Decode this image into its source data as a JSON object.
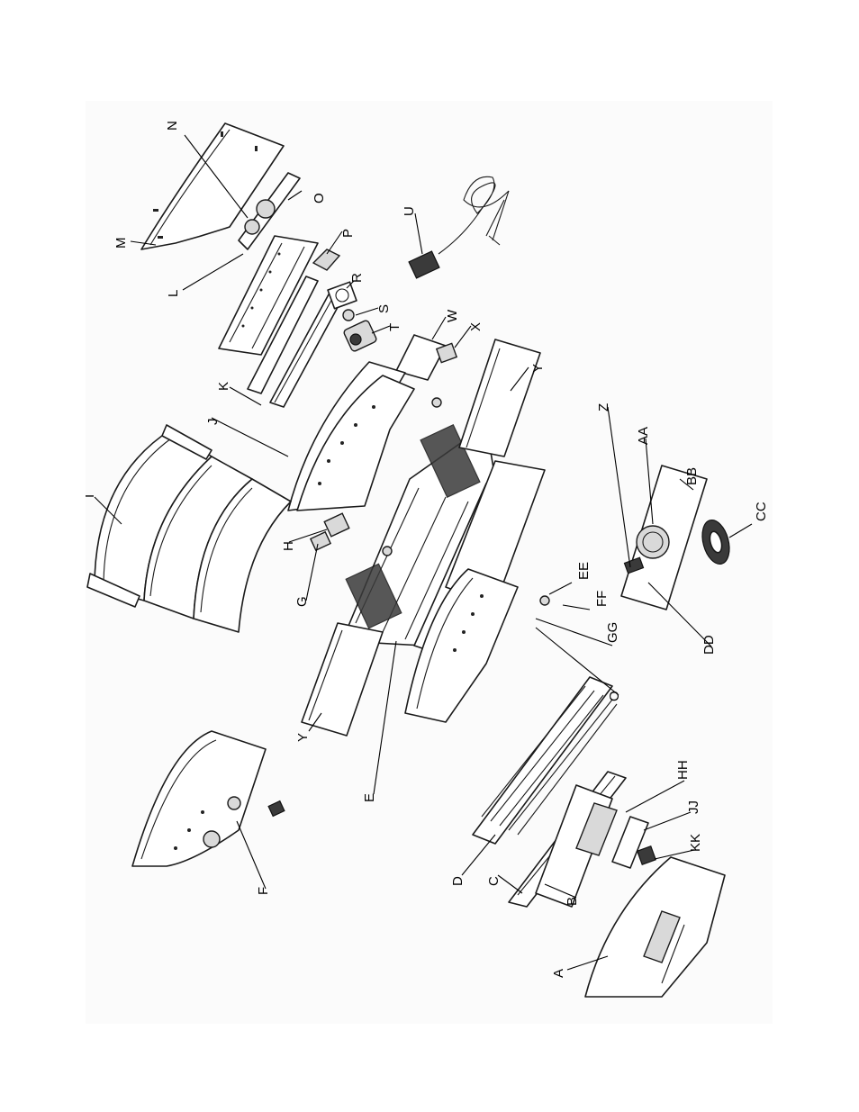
{
  "callouts": {
    "N": "N",
    "O": "O",
    "M": "M",
    "L": "L",
    "P": "P",
    "R": "R",
    "S": "S",
    "T": "T",
    "U": "U",
    "W": "W",
    "X": "X",
    "K": "K",
    "J": "J",
    "I": "I",
    "Y": "Y",
    "H": "H",
    "G": "G",
    "Z": "Z",
    "AA": "AA",
    "BB": "BB",
    "CC": "CC",
    "EE": "EE",
    "FF": "FF",
    "GG": "GG",
    "DD": "DD",
    "E": "E",
    "HH": "HH",
    "JJ": "JJ",
    "KK": "KK",
    "D": "D",
    "C": "C",
    "B": "B",
    "F": "F",
    "A": "A"
  }
}
